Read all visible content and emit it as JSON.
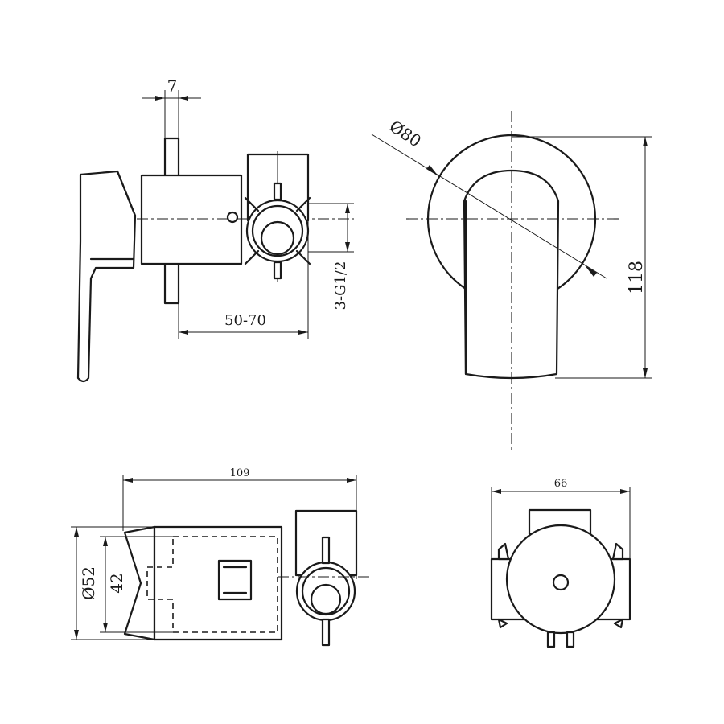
{
  "dimensions": {
    "flange_thickness": "7",
    "projection": "50-70",
    "connections": "3-G1/2",
    "cover_diameter": "Ø80",
    "height": "118",
    "length": "109",
    "body_diameter": "Ø52",
    "body_inner": "42",
    "width": "66"
  }
}
